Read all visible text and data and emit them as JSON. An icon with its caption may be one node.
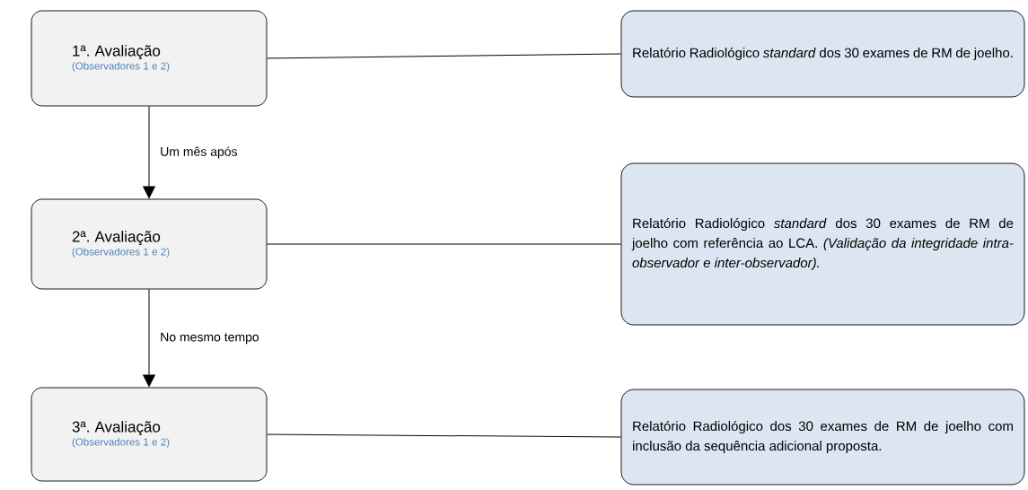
{
  "diagram": {
    "nodes": [
      {
        "text": [
          "1ª. Avaliação",
          "(Observadores 1 e 2)"
        ]
      },
      {
        "text": [
          "Relatório Radiológico *standard* dos 30 exames de RM de joelho."
        ]
      },
      {
        "text": [
          "2ª. Avaliação",
          "(Observadores 1 e 2)"
        ]
      },
      {
        "text": [
          "Relatório Radiológico *standard* dos 30 exames de RM de joelho com referência ao LCA. *(Validação da integridade intra-observador e inter-observador).*"
        ]
      },
      {
        "text": [
          "3ª. Avaliação",
          "(Observadores 1 e 2)"
        ]
      },
      {
        "text": [
          "Relatório Radiológico dos 30 exames de RM de joelho com inclusão da sequência adicional proposta."
        ]
      }
    ],
    "edges": [
      {
        "from": 0,
        "to": 1,
        "arrow": "none"
      },
      {
        "from": 0,
        "to": 2,
        "arrow": "to",
        "label": "Um mês após"
      },
      {
        "from": 2,
        "to": 3,
        "arrow": "none"
      },
      {
        "from": 2,
        "to": 4,
        "arrow": "to",
        "label": "No mesmo tempo"
      },
      {
        "from": 4,
        "to": 5,
        "arrow": "none"
      }
    ]
  }
}
